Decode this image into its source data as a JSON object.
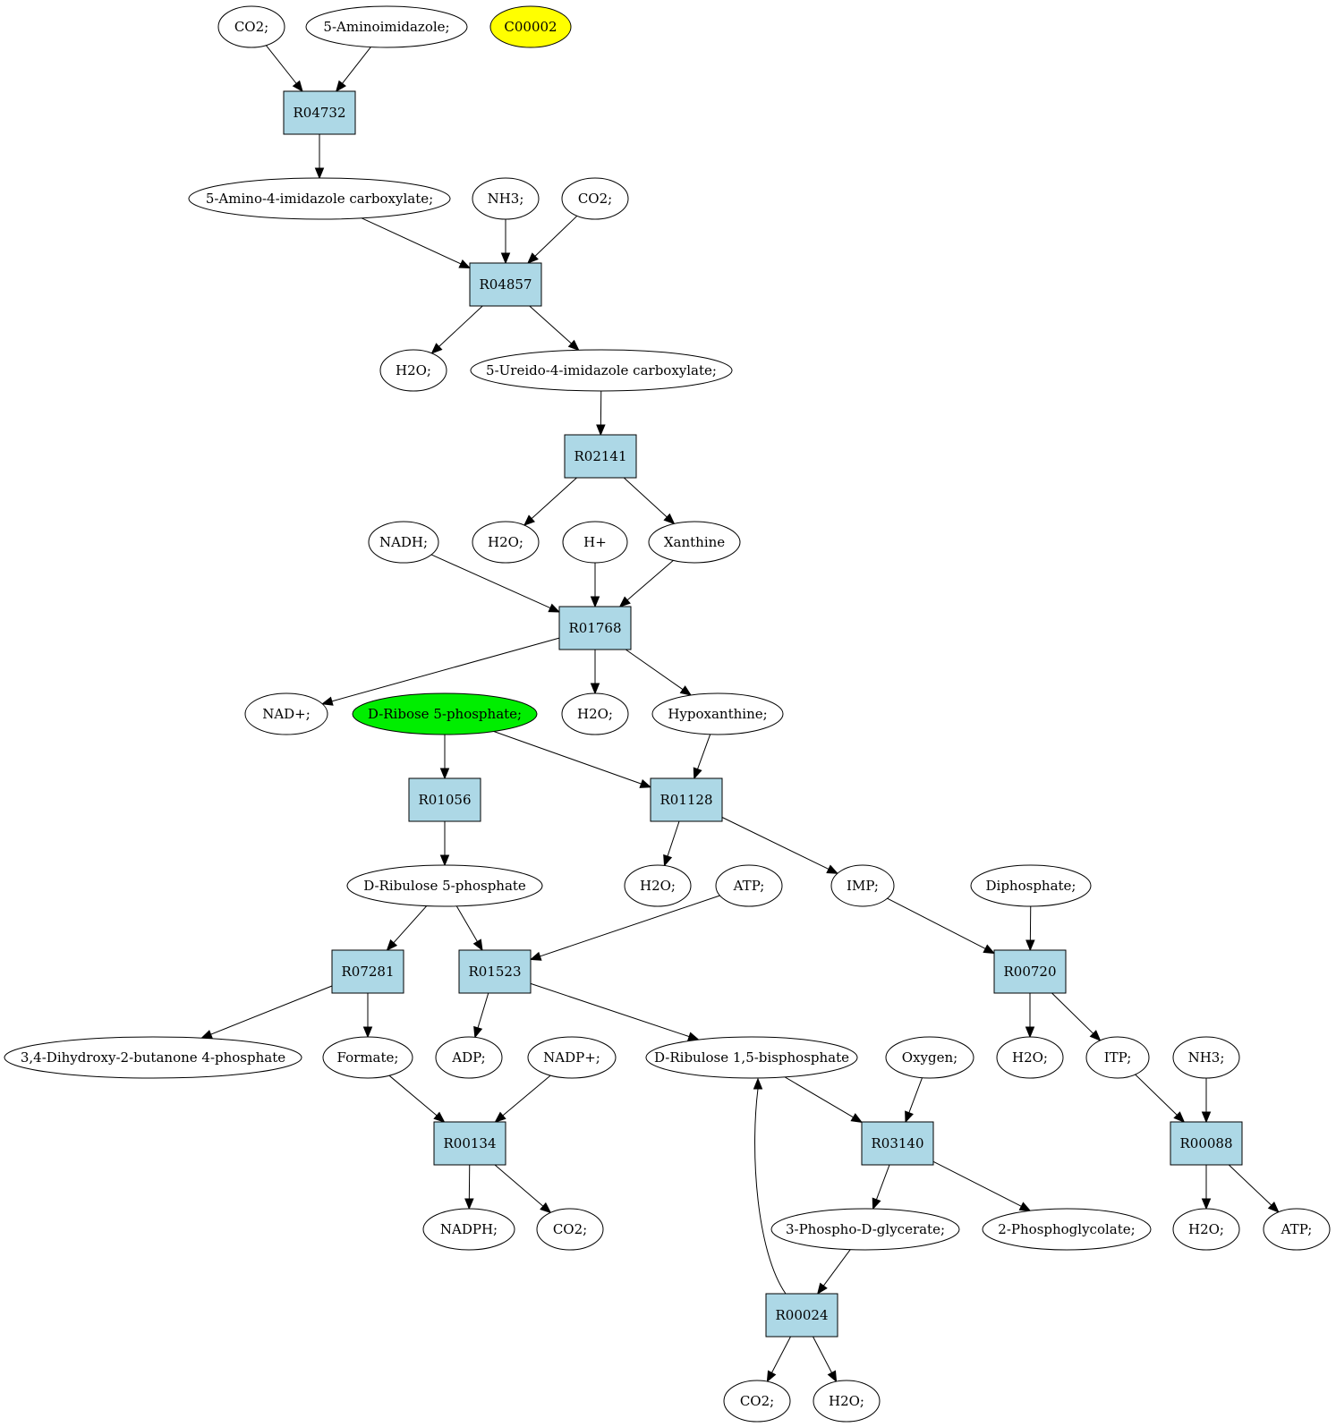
{
  "colors": {
    "reaction_fill": "#add8e6",
    "compound_fill": "#ffffff",
    "highlight_source": "#00ee00",
    "highlight_target": "#ffff00",
    "stroke": "#000000"
  },
  "compounds": {
    "co2_a": "CO2;",
    "aminoimidazole": "5-Aminoimidazole;",
    "c00002": "C00002",
    "amino_carboxylate": "5-Amino-4-imidazole carboxylate;",
    "nh3_a": "NH3;",
    "co2_b": "CO2;",
    "h2o_a": "H2O;",
    "ureido_carboxylate": "5-Ureido-4-imidazole carboxylate;",
    "nadh": "NADH;",
    "h2o_b": "H2O;",
    "h_plus": "H+",
    "xanthine": "Xanthine",
    "nad_plus": "NAD+;",
    "ribose5p": "D-Ribose 5-phosphate;",
    "h2o_c": "H2O;",
    "hypoxanthine": "Hypoxanthine;",
    "ribulose5p": "D-Ribulose 5-phosphate",
    "h2o_d": "H2O;",
    "atp_a": "ATP;",
    "imp": "IMP;",
    "diphosphate": "Diphosphate;",
    "dihydroxybutanone": "3,4-Dihydroxy-2-butanone 4-phosphate",
    "formate": "Formate;",
    "adp": "ADP;",
    "nadp_plus": "NADP+;",
    "ribulose_bisp": "D-Ribulose 1,5-bisphosphate",
    "oxygen": "Oxygen;",
    "h2o_e": "H2O;",
    "itp": "ITP;",
    "nh3_b": "NH3;",
    "nadph": "NADPH;",
    "co2_c": "CO2;",
    "phosphoglycerate": "3-Phospho-D-glycerate;",
    "phosphoglycolate": "2-Phosphoglycolate;",
    "h2o_f": "H2O;",
    "atp_b": "ATP;",
    "co2_d": "CO2;",
    "h2o_g": "H2O;"
  },
  "reactions": {
    "R04732": "R04732",
    "R04857": "R04857",
    "R02141": "R02141",
    "R01768": "R01768",
    "R01056": "R01056",
    "R01128": "R01128",
    "R07281": "R07281",
    "R01523": "R01523",
    "R00720": "R00720",
    "R00134": "R00134",
    "R03140": "R03140",
    "R00088": "R00088",
    "R00024": "R00024"
  },
  "edges": [
    [
      "co2_a",
      "R04732"
    ],
    [
      "aminoimidazole",
      "R04732"
    ],
    [
      "R04732",
      "amino_carboxylate"
    ],
    [
      "amino_carboxylate",
      "R04857"
    ],
    [
      "nh3_a",
      "R04857"
    ],
    [
      "co2_b",
      "R04857"
    ],
    [
      "R04857",
      "h2o_a"
    ],
    [
      "R04857",
      "ureido_carboxylate"
    ],
    [
      "ureido_carboxylate",
      "R02141"
    ],
    [
      "R02141",
      "h2o_b"
    ],
    [
      "R02141",
      "xanthine"
    ],
    [
      "nadh",
      "R01768"
    ],
    [
      "h_plus",
      "R01768"
    ],
    [
      "xanthine",
      "R01768"
    ],
    [
      "R01768",
      "nad_plus"
    ],
    [
      "R01768",
      "h2o_c"
    ],
    [
      "R01768",
      "hypoxanthine"
    ],
    [
      "ribose5p",
      "R01056"
    ],
    [
      "ribose5p",
      "R01128"
    ],
    [
      "hypoxanthine",
      "R01128"
    ],
    [
      "R01056",
      "ribulose5p"
    ],
    [
      "R01128",
      "h2o_d"
    ],
    [
      "R01128",
      "imp"
    ],
    [
      "ribulose5p",
      "R07281"
    ],
    [
      "ribulose5p",
      "R01523"
    ],
    [
      "atp_a",
      "R01523"
    ],
    [
      "imp",
      "R00720"
    ],
    [
      "diphosphate",
      "R00720"
    ],
    [
      "R07281",
      "dihydroxybutanone"
    ],
    [
      "R07281",
      "formate"
    ],
    [
      "R01523",
      "adp"
    ],
    [
      "R01523",
      "ribulose_bisp"
    ],
    [
      "R00720",
      "h2o_e"
    ],
    [
      "R00720",
      "itp"
    ],
    [
      "formate",
      "R00134"
    ],
    [
      "nadp_plus",
      "R00134"
    ],
    [
      "ribulose_bisp",
      "R03140"
    ],
    [
      "oxygen",
      "R03140"
    ],
    [
      "itp",
      "R00088"
    ],
    [
      "nh3_b",
      "R00088"
    ],
    [
      "R00134",
      "nadph"
    ],
    [
      "R00134",
      "co2_c"
    ],
    [
      "R03140",
      "phosphoglycerate"
    ],
    [
      "R03140",
      "phosphoglycolate"
    ],
    [
      "R00088",
      "h2o_f"
    ],
    [
      "R00088",
      "atp_b"
    ],
    [
      "phosphoglycerate",
      "R00024"
    ],
    [
      "R00024",
      "ribulose_bisp"
    ],
    [
      "R00024",
      "co2_d"
    ],
    [
      "R00024",
      "h2o_g"
    ]
  ]
}
